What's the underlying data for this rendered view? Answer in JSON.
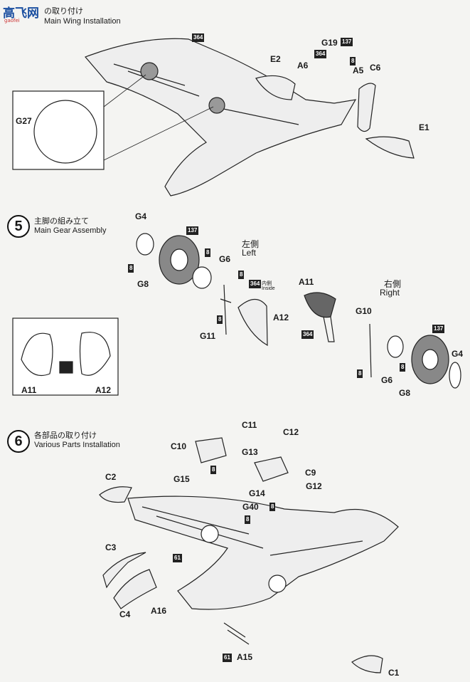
{
  "logo": {
    "title": "高飞网",
    "url": "gaofei"
  },
  "step4": {
    "jp": "の取り付け",
    "en": "Main Wing Installation"
  },
  "step5": {
    "num": "5",
    "jp": "主脚の組み立て",
    "en": "Main Gear Assembly",
    "left_jp": "左側",
    "left_en": "Left",
    "right_jp": "右側",
    "right_en": "Right",
    "inside_jp": "内側",
    "inside_en": "Inside"
  },
  "step6": {
    "num": "6",
    "jp": "各部品の取り付け",
    "en": "Various Parts Installation"
  },
  "parts4": [
    "G27",
    "E2",
    "A6",
    "G19",
    "A5",
    "C6",
    "E1"
  ],
  "parts5": [
    "G4",
    "G6",
    "G8",
    "A12",
    "G11",
    "A11",
    "G10",
    "G6",
    "G8",
    "G4",
    "A11",
    "A12"
  ],
  "parts6": [
    "C11",
    "C10",
    "C12",
    "G13",
    "C9",
    "G15",
    "C2",
    "G14",
    "G12",
    "G40",
    "C3",
    "C4",
    "A16",
    "A15",
    "C1"
  ],
  "badges": [
    "364",
    "137",
    "8",
    "61"
  ]
}
